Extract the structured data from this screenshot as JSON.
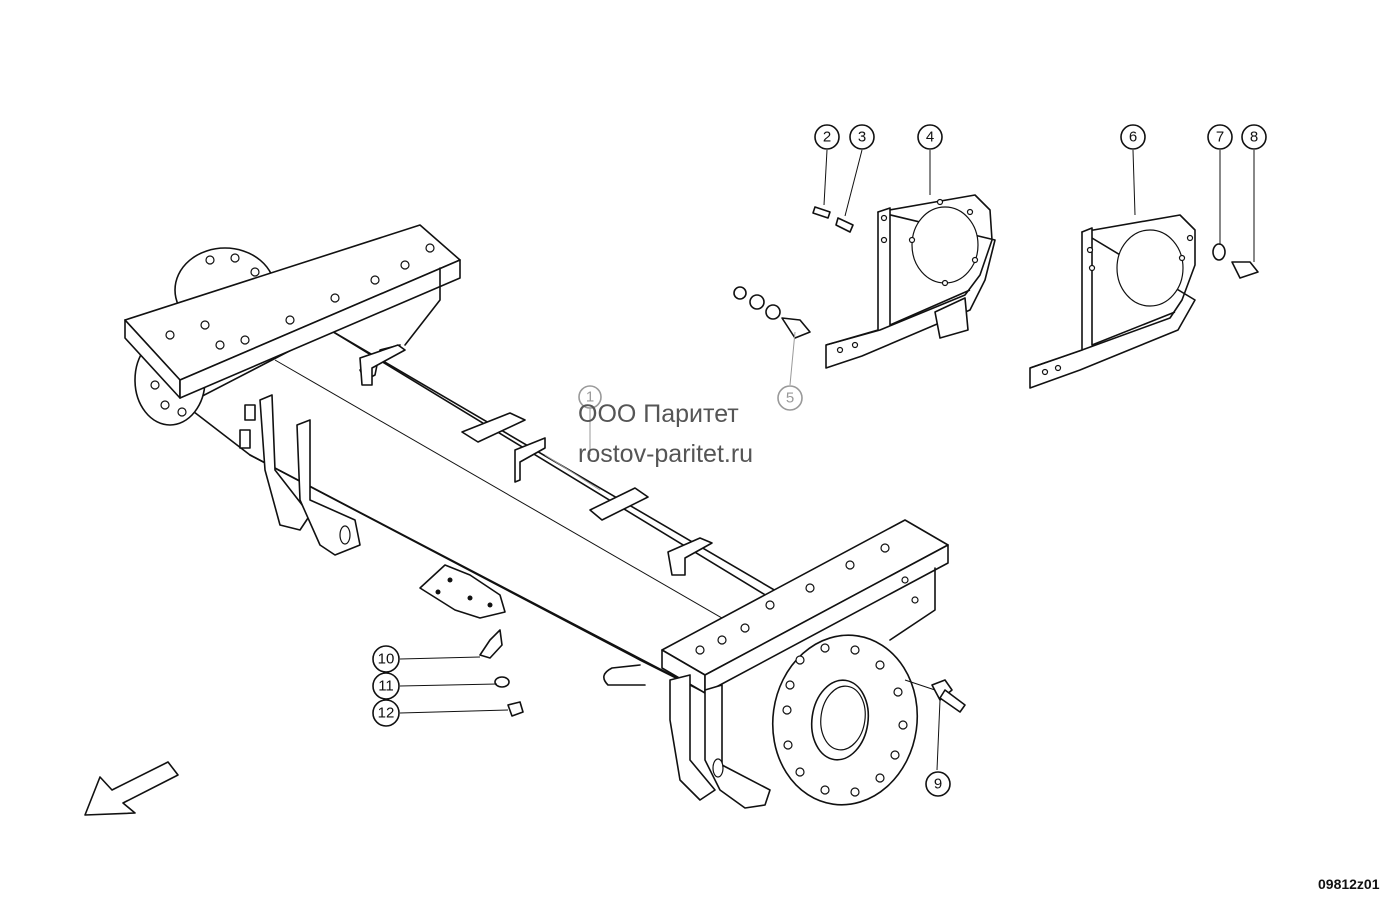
{
  "watermark": {
    "company": "ООО Паритет",
    "website": "rostov-paritet.ru"
  },
  "drawing_code": "09812z01",
  "callouts": [
    {
      "label": "1",
      "faded": true
    },
    {
      "label": "2"
    },
    {
      "label": "3"
    },
    {
      "label": "4"
    },
    {
      "label": "5",
      "faded": true
    },
    {
      "label": "6"
    },
    {
      "label": "7"
    },
    {
      "label": "8"
    },
    {
      "label": "9"
    },
    {
      "label": "10"
    },
    {
      "label": "11"
    },
    {
      "label": "12"
    }
  ]
}
